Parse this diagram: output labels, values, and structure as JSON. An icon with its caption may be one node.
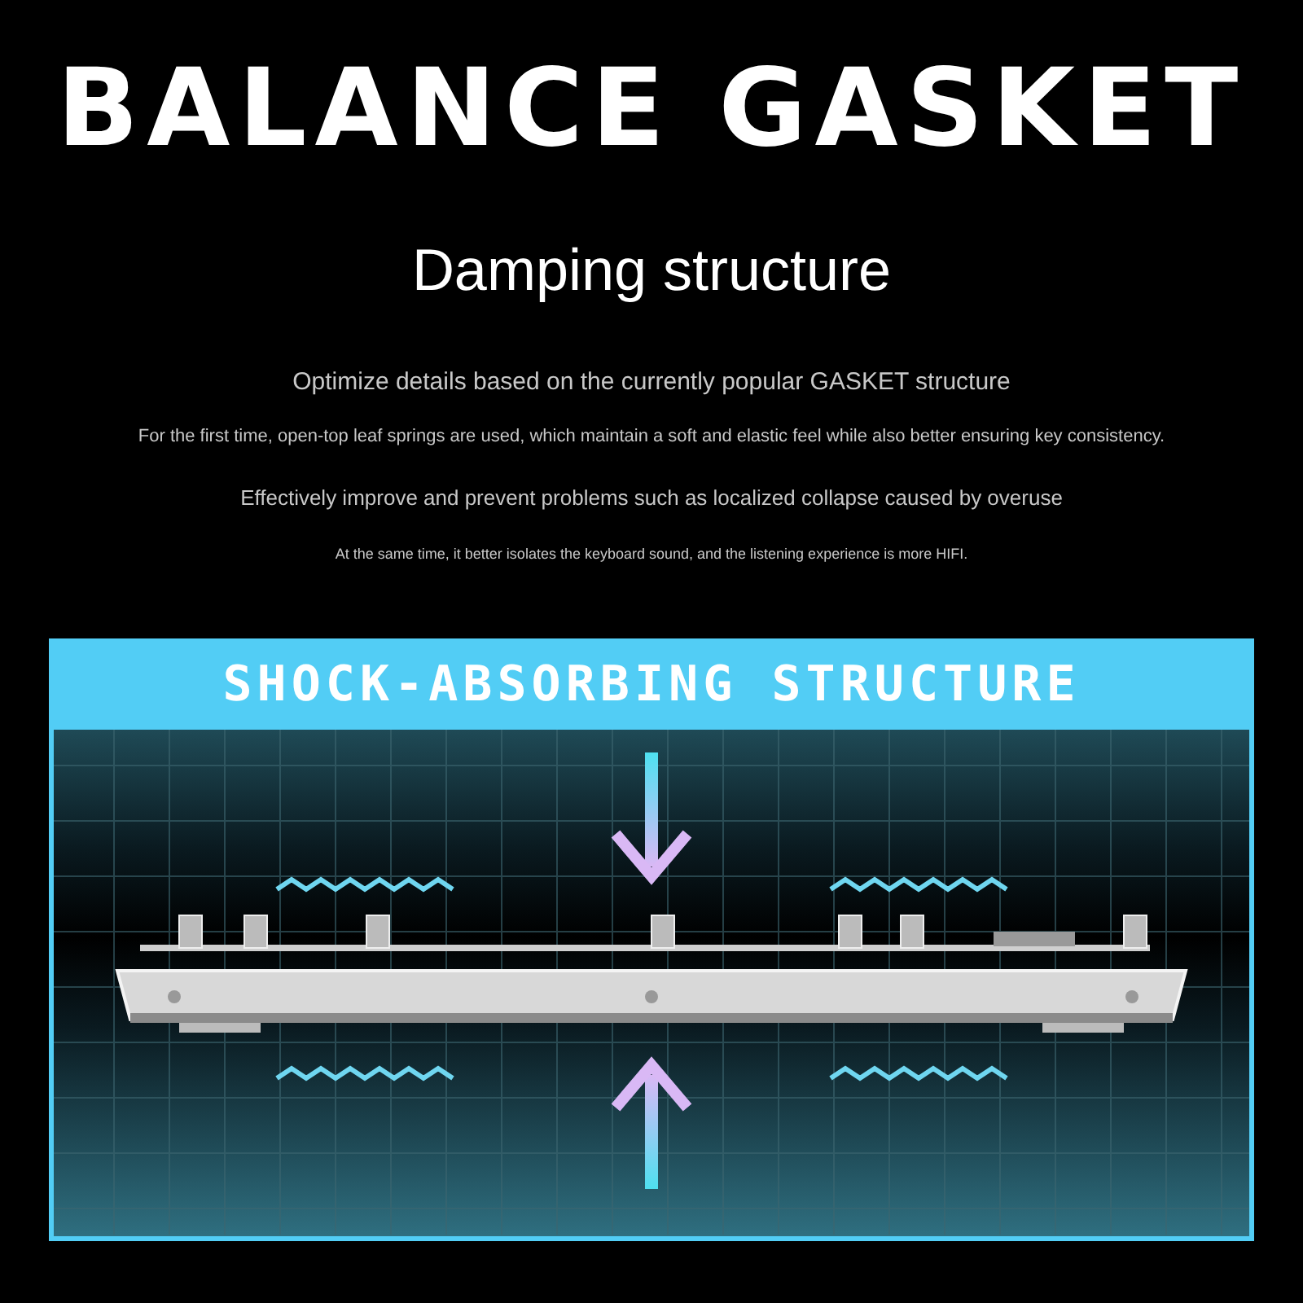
{
  "diagram": {
    "title": "BALANCE GASKET",
    "labels": [
      "Damping structure",
      "Optimize details based on the currently popular GASKET structure",
      "For the first time, open-top leaf springs are used, which maintain a soft and elastic feel while also better ensuring key consistency.",
      "Effectively improve and prevent problems such as localized collapse caused by overuse",
      "At the same time, it better isolates the keyboard sound, and the listening experience is more HIFI.",
      "SHOCK-ABSORBING STRUCTURE"
    ]
  }
}
